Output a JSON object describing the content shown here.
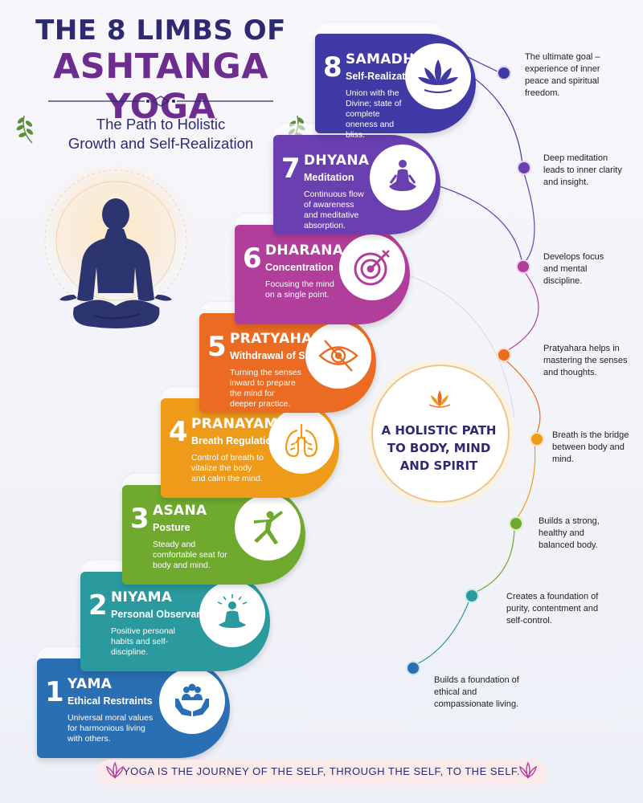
{
  "header": {
    "title_line1": "THE 8 LIMBS OF",
    "title_line2": "ASHTANGA YOGA",
    "subtitle_line1": "The Path to Holistic",
    "subtitle_line2": "Growth and Self-Realization"
  },
  "limbs": [
    {
      "number": "1",
      "name": "YAMA",
      "subtitle": "Ethical Restraints",
      "description": "Universal moral values for harmonious living with others.",
      "icon": "community-hands-icon",
      "color": "#2a6fb3",
      "note": "Builds a foundation of ethical and compassionate living."
    },
    {
      "number": "2",
      "name": "NIYAMA",
      "subtitle": "Personal Observances",
      "description": "Positive personal habits and self-discipline.",
      "icon": "meditating-radiant-icon",
      "color": "#2a9a9e",
      "note": "Creates a foundation of purity, contentment and self-control."
    },
    {
      "number": "3",
      "name": "ASANA",
      "subtitle": "Posture",
      "description": "Steady and comfortable seat for body and mind.",
      "icon": "yoga-pose-icon",
      "color": "#6faa2e",
      "note": "Builds a strong, healthy and balanced body."
    },
    {
      "number": "4",
      "name": "PRANAYAMA",
      "subtitle": "Breath Regulation",
      "description": "Control of breath to vitalize the body and calm the mind.",
      "icon": "lungs-icon",
      "color": "#ef9b1a",
      "note": "Breath is the bridge between body and mind."
    },
    {
      "number": "5",
      "name": "PRATYAHARA",
      "subtitle": "Withdrawal of Senses",
      "description": "Turning the senses inward to prepare the mind for deeper practice.",
      "icon": "eye-crossed-icon",
      "color": "#ec6b22",
      "note": "Pratyahara helps in mastering the senses and thoughts."
    },
    {
      "number": "6",
      "name": "DHARANA",
      "subtitle": "Concentration",
      "description": "Focusing the mind on a single point.",
      "icon": "target-icon",
      "color": "#b23e9c",
      "note": "Develops focus and mental discipline."
    },
    {
      "number": "7",
      "name": "DHYANA",
      "subtitle": "Meditation",
      "description": "Continuous flow of awareness and meditative absorption.",
      "icon": "meditation-icon",
      "color": "#6a3fb0",
      "note": "Deep meditation leads to inner clarity and insight."
    },
    {
      "number": "8",
      "name": "SAMADHI",
      "subtitle": "Self-Realization",
      "description": "Union with the Divine; state of complete oneness and bliss.",
      "icon": "lotus-icon",
      "color": "#3f3aa6",
      "note": "The ultimate goal – experience of inner peace and spiritual freedom."
    }
  ],
  "center": {
    "line1": "A HOLISTIC PATH",
    "line2": "TO BODY, MIND",
    "line3": "AND SPIRIT"
  },
  "footer": {
    "quote": "YOGA IS THE JOURNEY OF THE SELF, THROUGH THE SELF, TO THE SELF."
  }
}
